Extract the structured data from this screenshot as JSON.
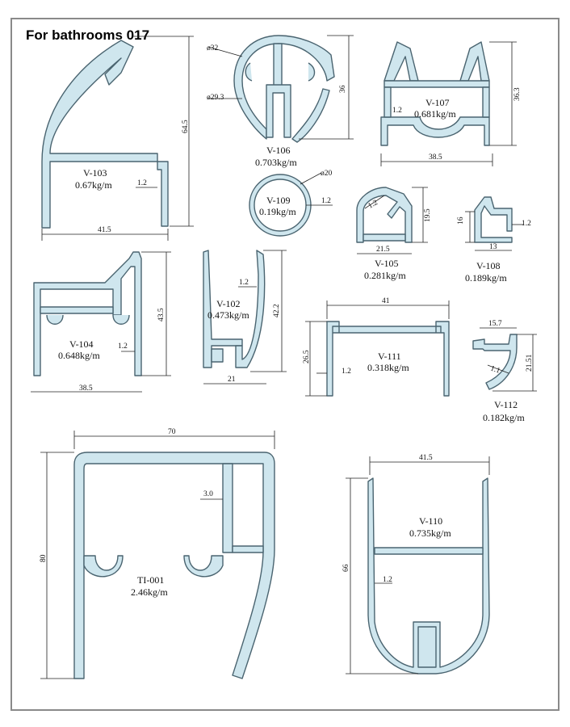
{
  "title": "For bathrooms 017",
  "profiles": [
    {
      "id": "v103",
      "code": "V-103",
      "weight": "0.67kg/m",
      "dims": [
        "64.5",
        "41.5",
        "1.2"
      ]
    },
    {
      "id": "v106",
      "code": "V-106",
      "weight": "0.703kg/m",
      "dims": [
        "ø32",
        "ø29.3",
        "36"
      ]
    },
    {
      "id": "v107",
      "code": "V-107",
      "weight": "0.681kg/m",
      "dims": [
        "36.3",
        "38.5",
        "1.2"
      ]
    },
    {
      "id": "v109",
      "code": "V-109",
      "weight": "0.19kg/m",
      "dims": [
        "ø20",
        "1.2"
      ]
    },
    {
      "id": "v105",
      "code": "V-105",
      "weight": "0.281kg/m",
      "dims": [
        "1.2",
        "19.5",
        "21.5"
      ]
    },
    {
      "id": "v108",
      "code": "V-108",
      "weight": "0.189kg/m",
      "dims": [
        "16",
        "1.2",
        "13"
      ]
    },
    {
      "id": "v104",
      "code": "V-104",
      "weight": "0.648kg/m",
      "dims": [
        "43.5",
        "1.2",
        "38.5"
      ]
    },
    {
      "id": "v102",
      "code": "V-102",
      "weight": "0.473kg/m",
      "dims": [
        "1.2",
        "42.2",
        "21"
      ]
    },
    {
      "id": "v111",
      "code": "V-111",
      "weight": "0.318kg/m",
      "dims": [
        "41",
        "26.5",
        "1.2"
      ]
    },
    {
      "id": "v112",
      "code": "V-112",
      "weight": "0.182kg/m",
      "dims": [
        "15.7",
        "21.51",
        "1.1"
      ]
    },
    {
      "id": "ti001",
      "code": "TI-001",
      "weight": "2.46kg/m",
      "dims": [
        "70",
        "3.0",
        "80"
      ]
    },
    {
      "id": "v110",
      "code": "V-110",
      "weight": "0.735kg/m",
      "dims": [
        "41.5",
        "66",
        "1.2"
      ]
    }
  ]
}
